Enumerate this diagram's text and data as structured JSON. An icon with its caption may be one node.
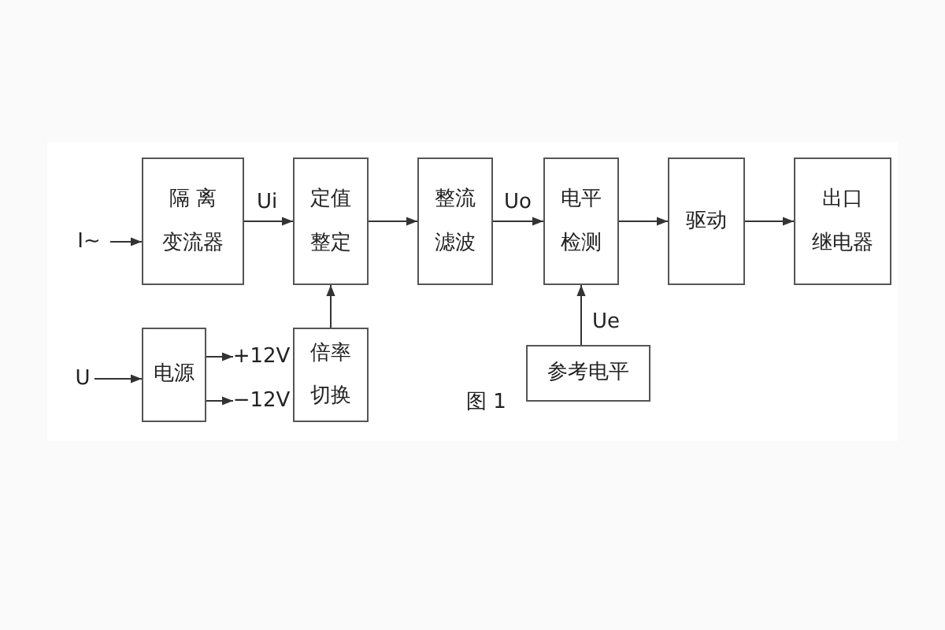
{
  "diagram": {
    "nodes": [
      {
        "text": [
          "I~"
        ]
      },
      {
        "text": [
          "隔 离变流器"
        ]
      },
      {
        "text": [
          "定值整定"
        ]
      },
      {
        "text": [
          "整流滤波"
        ]
      },
      {
        "text": [
          "电平检测"
        ]
      },
      {
        "text": [
          "驱动"
        ]
      },
      {
        "text": [
          "出口继电器"
        ]
      },
      {
        "text": [
          "U"
        ]
      },
      {
        "text": [
          "电源"
        ]
      },
      {
        "text": [
          "+12V"
        ]
      },
      {
        "text": [
          "−12V"
        ]
      },
      {
        "text": [
          "倍率切换"
        ]
      },
      {
        "text": [
          "参考电平"
        ]
      }
    ],
    "edges": [
      {
        "from": 0,
        "to": 1,
        "arrow": "to"
      },
      {
        "from": 1,
        "to": 2,
        "arrow": "to",
        "label": "Ui"
      },
      {
        "from": 2,
        "to": 3,
        "arrow": "to"
      },
      {
        "from": 3,
        "to": 4,
        "arrow": "to",
        "label": "Uo"
      },
      {
        "from": 4,
        "to": 5,
        "arrow": "to"
      },
      {
        "from": 5,
        "to": 6,
        "arrow": "to"
      },
      {
        "from": 7,
        "to": 8,
        "arrow": "to"
      },
      {
        "from": 8,
        "to": 9,
        "arrow": "to"
      },
      {
        "from": 8,
        "to": 10,
        "arrow": "to"
      },
      {
        "from": 11,
        "to": 2,
        "arrow": "to"
      },
      {
        "from": 12,
        "to": 4,
        "arrow": "to",
        "label": "Ue"
      }
    ],
    "labels": [
      "图 1"
    ]
  }
}
